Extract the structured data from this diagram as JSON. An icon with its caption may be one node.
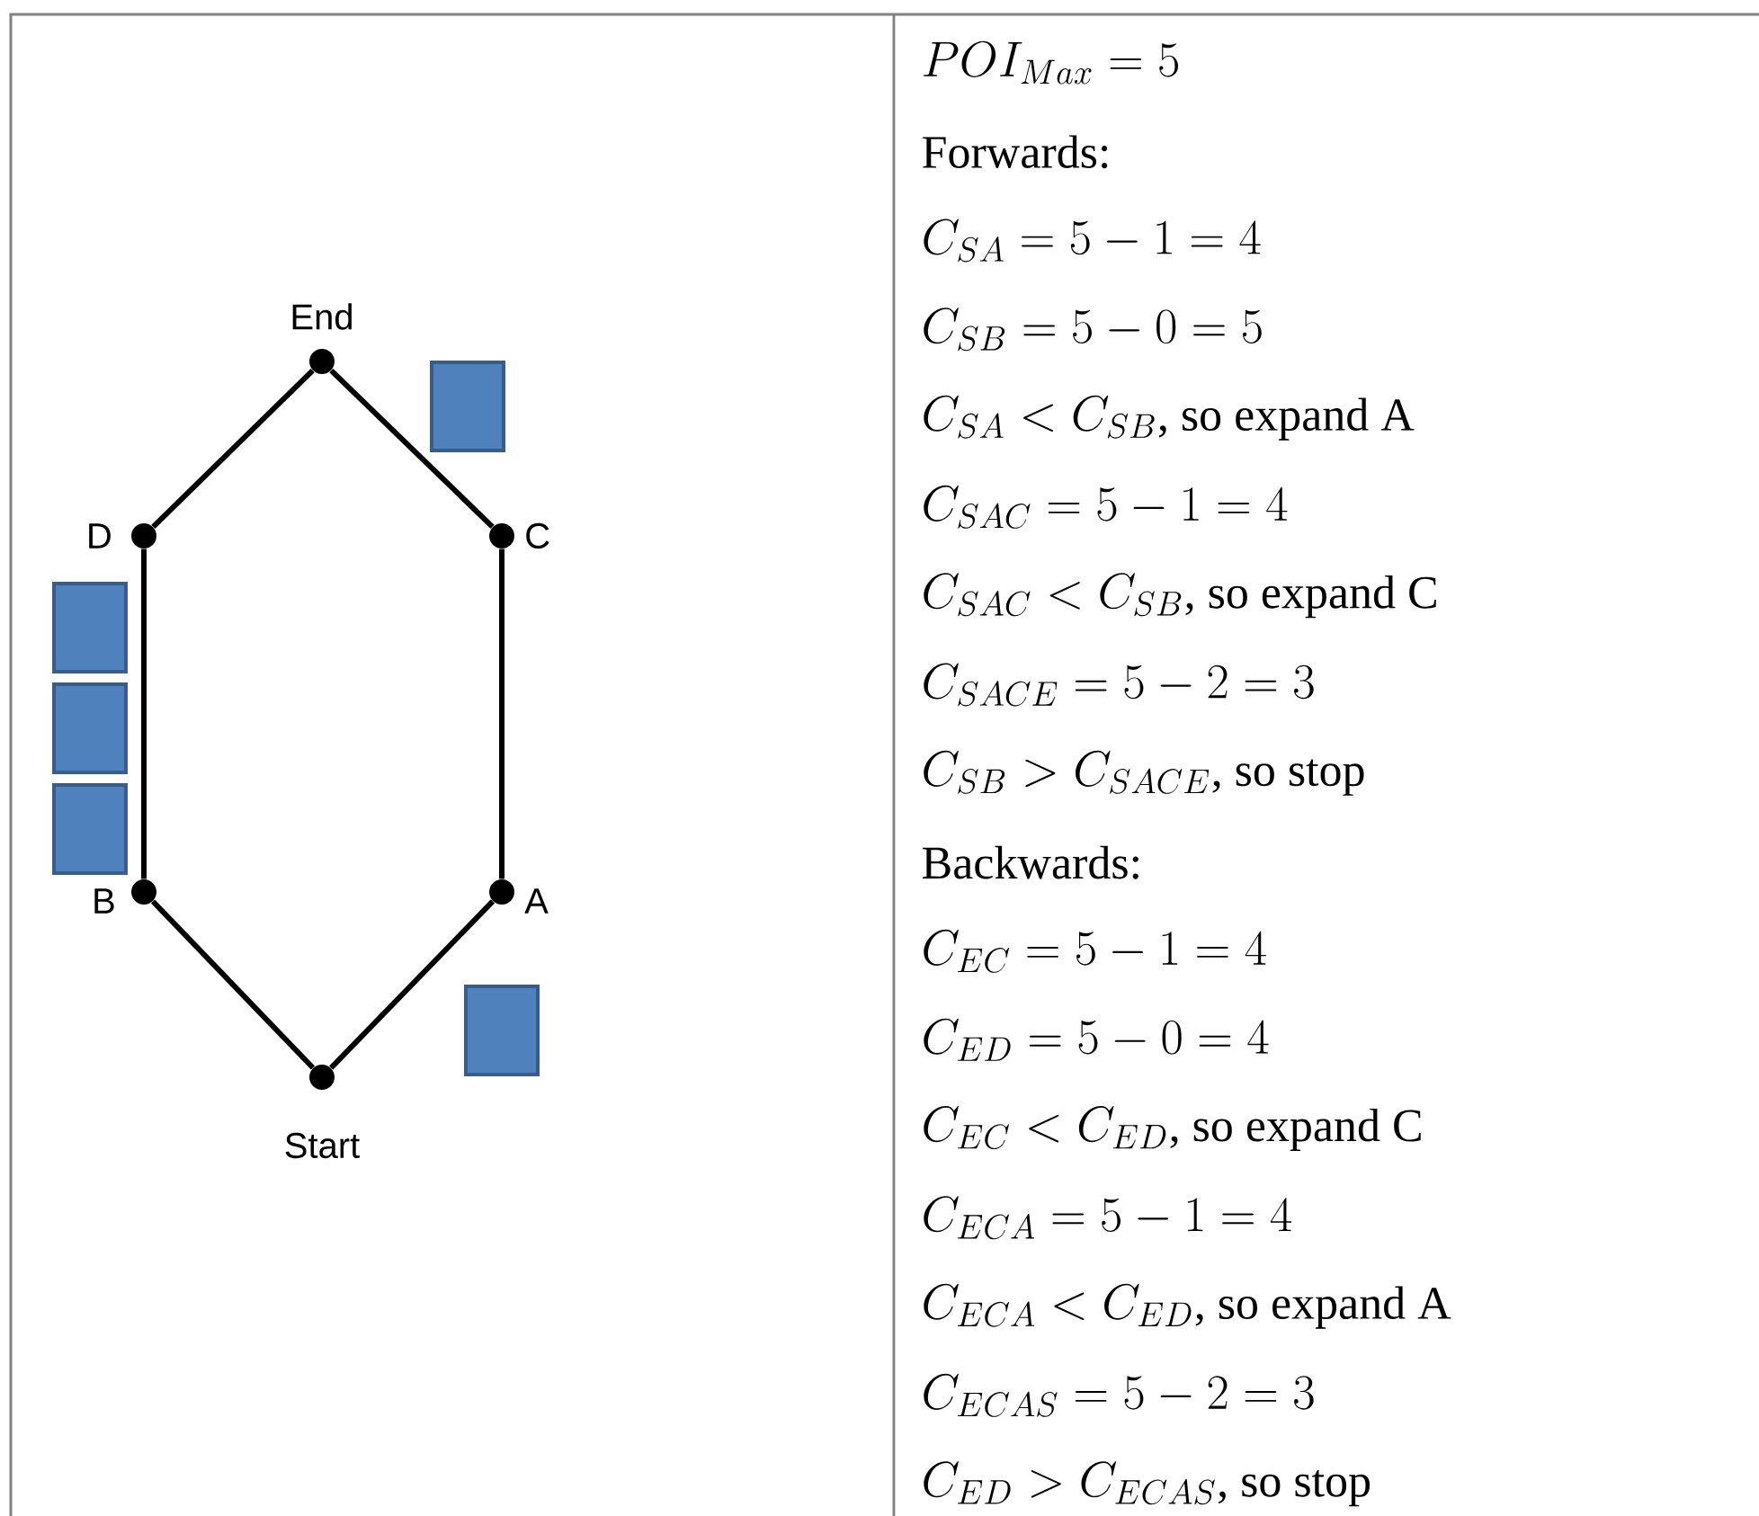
{
  "diagram": {
    "nodes": [
      {
        "text": [],
        "shape": "circle",
        "beside": [
          "End"
        ]
      },
      {
        "text": [],
        "shape": "circle",
        "beside": [
          "D"
        ]
      },
      {
        "text": [],
        "shape": "circle",
        "beside": [
          "C"
        ]
      },
      {
        "text": [],
        "shape": "circle",
        "beside": [
          "B"
        ]
      },
      {
        "text": [],
        "shape": "circle",
        "beside": [
          "A"
        ]
      },
      {
        "text": [],
        "shape": "circle",
        "beside": [
          "Start"
        ]
      },
      {
        "text": [],
        "shape": "box"
      },
      {
        "text": [],
        "shape": "box"
      },
      {
        "text": [],
        "shape": "box"
      },
      {
        "text": [],
        "shape": "box"
      },
      {
        "text": [],
        "shape": "box"
      }
    ],
    "edges": [
      {
        "from": 0,
        "to": 1,
        "arrow": "none"
      },
      {
        "from": 0,
        "to": 2,
        "arrow": "none"
      },
      {
        "from": 1,
        "to": 3,
        "arrow": "none"
      },
      {
        "from": 2,
        "to": 4,
        "arrow": "none"
      },
      {
        "from": 3,
        "to": 5,
        "arrow": "none"
      },
      {
        "from": 4,
        "to": 5,
        "arrow": "none"
      }
    ],
    "labels": [
      "POI_{Max} = 5",
      "Forwards:",
      "C_{SA} = 5 - 1 = 4",
      "C_{SB} = 5 - 0 = 5",
      "C_{SA} < C_{SB}\\text{, so expand A}",
      "C_{SAC} = 5 - 1 = 4",
      "C_{SAC} < C_{SB}\\text{, so expand C}",
      "C_{SACE} = 5 - 2 = 3",
      "C_{SB} > C_{SACE}\\text{, so stop}",
      "Backwards:",
      "C_{EC} = 5 - 1 = 4",
      "C_{ED} = 5 - 0 = 4",
      "C_{EC} < C_{ED}\\text{, so expand C}",
      "C_{ECA} = 5 - 1 = 4",
      "C_{ECA} < C_{ED}\\text{, so expand A}",
      "C_{ECAS} = 5 - 2 = 3",
      "C_{ED} > C_{ECAS}\\text{, so stop}"
    ]
  }
}
